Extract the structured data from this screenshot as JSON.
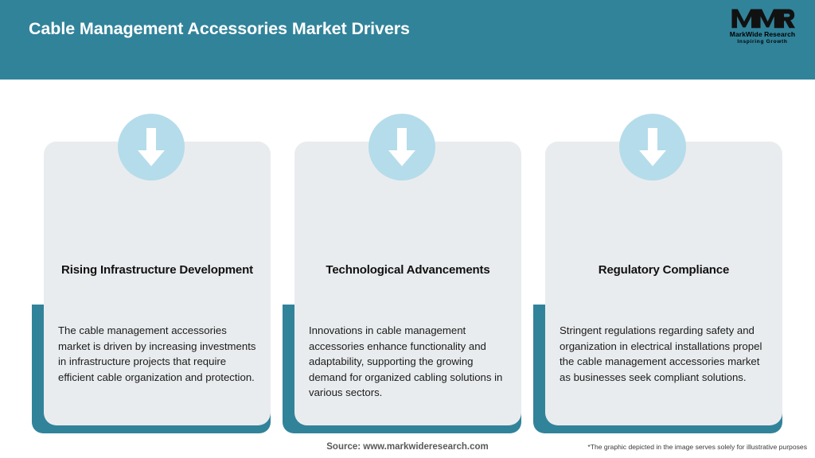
{
  "header": {
    "title": "Cable Management Accessories Market Drivers",
    "band_color": "#31839a",
    "title_color": "#ffffff"
  },
  "logo": {
    "mark": "MWR",
    "name": "MarkWide Research",
    "tagline": "Inspiring Growth"
  },
  "cards": [
    {
      "icon": "down-arrow-icon",
      "title": "Rising Infrastructure Development",
      "body": "The cable management accessories market is driven by increasing investments in infrastructure projects that require efficient cable organization and protection."
    },
    {
      "icon": "down-arrow-icon",
      "title": "Technological Advancements",
      "body": "Innovations in cable management accessories enhance functionality and adaptability, supporting the growing demand for organized cabling solutions in various sectors."
    },
    {
      "icon": "down-arrow-icon",
      "title": "Regulatory Compliance",
      "body": "Stringent regulations regarding safety and organization in electrical installations propel the cable management accessories market as businesses seek compliant solutions."
    }
  ],
  "footer": {
    "source": "Source: www.markwideresearch.com",
    "disclaimer": "*The graphic depicted in the image serves solely for illustrative purposes"
  },
  "colors": {
    "teal": "#31839a",
    "card_bg": "#e9ecee",
    "icon_circle": "#b5dcea",
    "arrow": "#ffffff"
  }
}
